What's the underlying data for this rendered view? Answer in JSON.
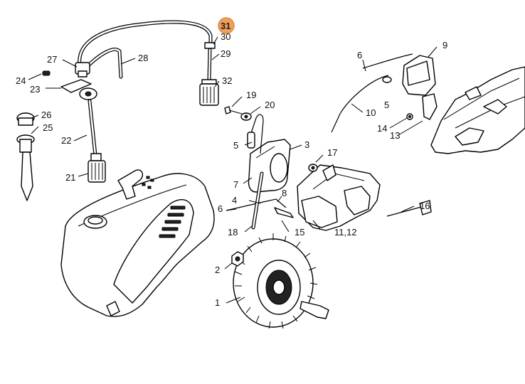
{
  "highlight_color": "#f0a05a",
  "highlighted_part": "31",
  "labels": {
    "p1": "1",
    "p2": "2",
    "p3": "3",
    "p4": "4",
    "p5a": "5",
    "p5b": "5",
    "p6a": "6",
    "p6b": "6",
    "p7": "7",
    "p8": "8",
    "p9": "9",
    "p10": "10",
    "p1112": "11,12",
    "p13": "13",
    "p14": "14",
    "p15": "15",
    "p16": "16",
    "p17": "17",
    "p18": "18",
    "p19": "19",
    "p20": "20",
    "p21": "21",
    "p22": "22",
    "p23": "23",
    "p24": "24",
    "p25": "25",
    "p26": "26",
    "p27": "27",
    "p28": "28",
    "p29": "29",
    "p30": "30",
    "p31": "31",
    "p32": "32"
  }
}
